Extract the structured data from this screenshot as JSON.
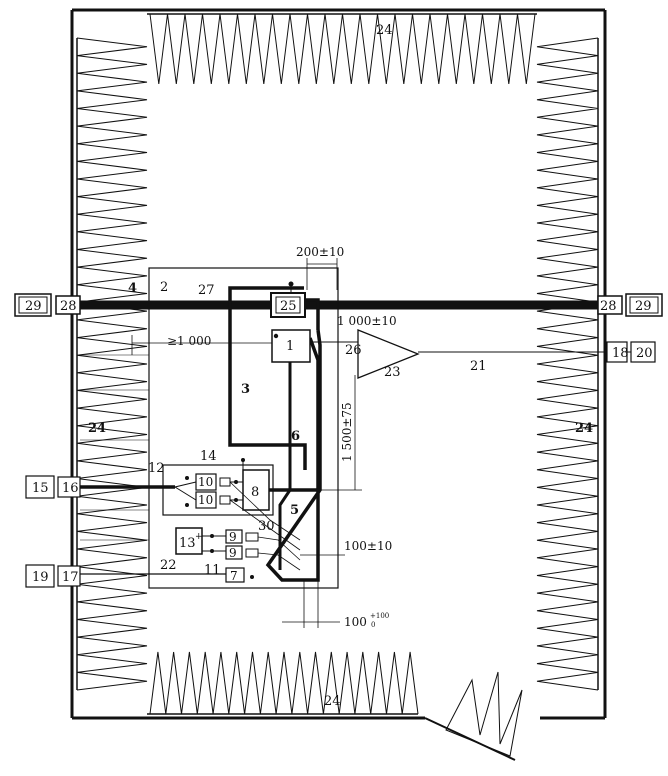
{
  "labels": {
    "n1": "1",
    "n2": "2",
    "n3": "3",
    "n4": "4",
    "n5": "5",
    "n6": "6",
    "n7": "7",
    "n8": "8",
    "n9": "9",
    "n10": "10",
    "n11": "11",
    "n12": "12",
    "n13": "13",
    "n13_sup": "+",
    "n14": "14",
    "n15": "15",
    "n16": "16",
    "n17": "17",
    "n18": "18",
    "n19": "19",
    "n20": "20",
    "n21": "21",
    "n22": "22",
    "n23": "23",
    "n24": "24",
    "n25": "25",
    "n26": "26",
    "n27": "27",
    "n28": "28",
    "n29": "29",
    "n30": "30"
  },
  "dimensions": {
    "d200": "200±10",
    "d1000": "1 000±10",
    "d_ge1000": "≥1 000",
    "d1500": "1 500±75",
    "d100": "100±10",
    "d100_tol": "100",
    "d100_tol_upper": "+100",
    "d100_tol_lower": "0"
  },
  "colors": {
    "ink": "#111111",
    "background": "#ffffff"
  }
}
